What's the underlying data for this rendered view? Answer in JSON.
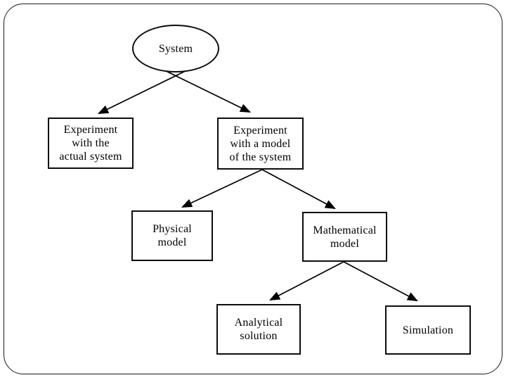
{
  "diagram": {
    "nodes": {
      "system": {
        "label": "System",
        "shape": "ellipse"
      },
      "experiment_actual": {
        "lines": [
          "Experiment",
          "with the",
          "actual system"
        ],
        "shape": "rect"
      },
      "experiment_model": {
        "lines": [
          "Experiment",
          "with a model",
          "of the system"
        ],
        "shape": "rect"
      },
      "physical_model": {
        "lines": [
          "Physical",
          "model"
        ],
        "shape": "rect"
      },
      "mathematical_model": {
        "lines": [
          "Mathematical",
          "model"
        ],
        "shape": "rect"
      },
      "analytical_solution": {
        "lines": [
          "Analytical",
          "solution"
        ],
        "shape": "rect"
      },
      "simulation": {
        "lines": [
          "Simulation"
        ],
        "shape": "rect"
      }
    },
    "edges": [
      {
        "from": "System",
        "to": "Experiment with the actual system"
      },
      {
        "from": "System",
        "to": "Experiment with a model of the system"
      },
      {
        "from": "Experiment with a model of the system",
        "to": "Physical model"
      },
      {
        "from": "Experiment with a model of the system",
        "to": "Mathematical model"
      },
      {
        "from": "Mathematical model",
        "to": "Analytical solution"
      },
      {
        "from": "Mathematical model",
        "to": "Simulation"
      }
    ],
    "colors": {
      "line": "#000000",
      "text": "#000000",
      "background": "#ffffff",
      "frame_border": "#1c1c1c"
    }
  }
}
